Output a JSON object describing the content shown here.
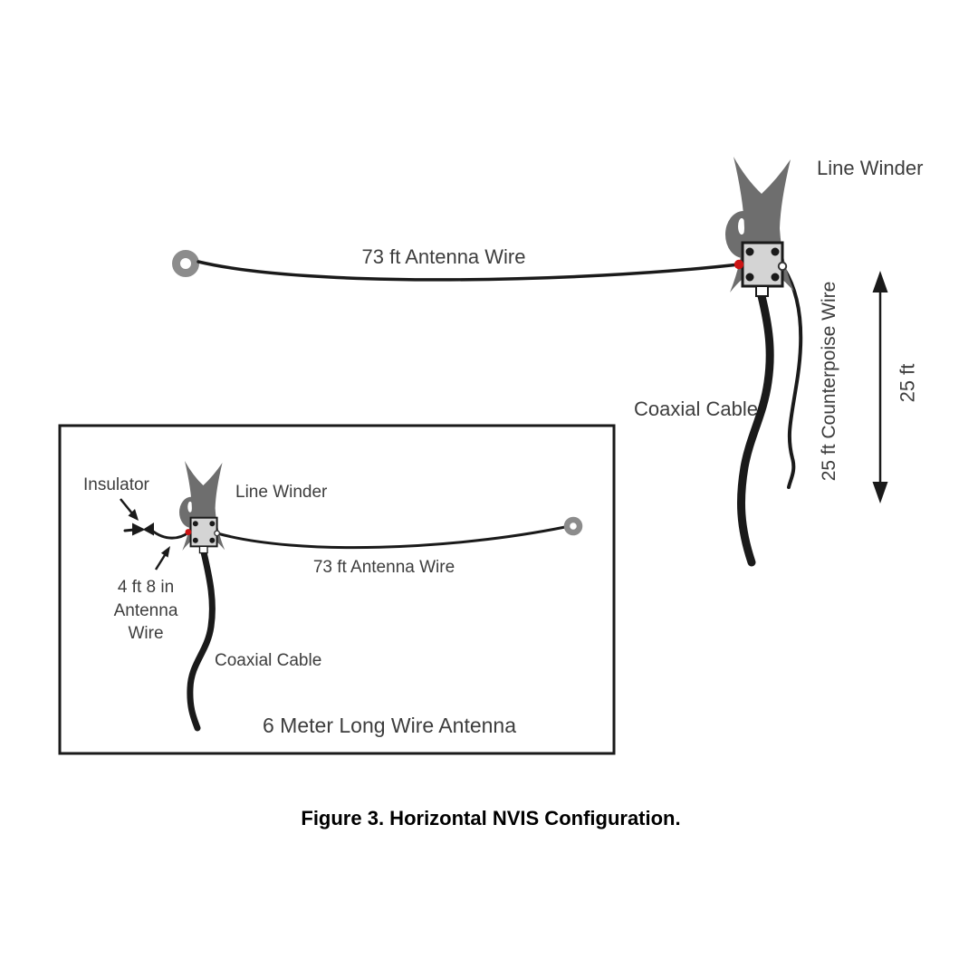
{
  "figure": {
    "caption": "Figure 3. Horizontal NVIS Configuration."
  },
  "colors": {
    "wire": "#1a1a1a",
    "winder_gray": "#6e6e6e",
    "box_fill": "#d4d4d4",
    "ring_gray": "#8c8c8c",
    "red_dot": "#cc1414",
    "label": "#3d3d3d",
    "caption": "#000000"
  },
  "main_diagram": {
    "line_winder_label": "Line Winder",
    "antenna_wire_label": "73 ft Antenna Wire",
    "coaxial_cable_label": "Coaxial Cable",
    "counterpoise_label": "25 ft Counterpoise Wire",
    "span_label": "25 ft"
  },
  "inset": {
    "insulator_label": "Insulator",
    "line_winder_label": "Line Winder",
    "antenna_wire_label": "73 ft Antenna Wire",
    "short_wire_label": [
      "4 ft 8 in",
      "Antenna",
      "Wire"
    ],
    "coaxial_cable_label": "Coaxial Cable",
    "title": "6 Meter Long Wire Antenna"
  }
}
